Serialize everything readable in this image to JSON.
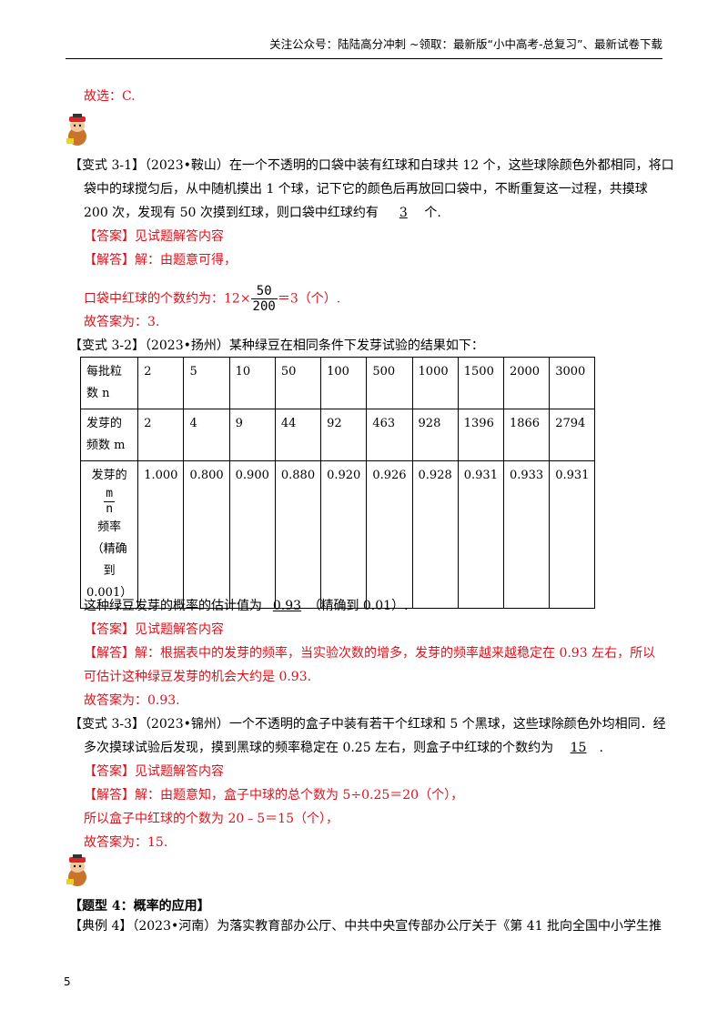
{
  "header": {
    "text": "关注公众号：陆陆高分冲刺  ~领取：最新版“小中高考-总复习”、最新试卷下载"
  },
  "prev_answer": {
    "text": "故选：C."
  },
  "v31": {
    "line1": "【变式 3-1】（2023•鞍山）在一个不透明的口袋中装有红球和白球共 12 个，这些球除颜色外都相同，将口",
    "line2": "袋中的球搅匀后，从中随机摸出 1 个球，记下它的颜色后再放回口袋中，不断重复这一过程，共摸球",
    "line3_pre": "200 次，发现有 50 次摸到红球，则口袋中红球约有 ",
    "blank": "3",
    "line3_post": "个.",
    "answer_label": "【答案】见试题解答内容",
    "solution_label": "【解答】解：由题意可得，",
    "frac_num": "50",
    "frac_den": "200",
    "calc_pre": "口袋中红球的个数约为：12×",
    "calc_post": "＝3（个）.",
    "final": "故答案为：3."
  },
  "v32": {
    "line1": "【变式 3-2】（2023•扬州）某种绿豆在相同条件下发芽试验的结果如下：",
    "table": {
      "row1_header": "每批粒数 n",
      "row1": [
        "2",
        "5",
        "10",
        "50",
        "100",
        "500",
        "1000",
        "1500",
        "2000",
        "3000"
      ],
      "row2_header": "发芽的频数 m",
      "row2": [
        "2",
        "4",
        "9",
        "44",
        "92",
        "463",
        "928",
        "1396",
        "1866",
        "2794"
      ],
      "row3_header_a": "发芽的",
      "row3_frac_num": "m",
      "row3_frac_den": "n",
      "row3_header_b": "频率",
      "row3_header_c": "（精确到 0.001）",
      "row3": [
        "1.000",
        "0.800",
        "0.900",
        "0.880",
        "0.920",
        "0.926",
        "0.928",
        "0.931",
        "0.933",
        "0.931"
      ]
    },
    "q_pre": "这种绿豆发芽的概率的估计值为 ",
    "blank": "0.93",
    "q_post": "（精确到 0.01）.",
    "answer_label": "【答案】见试题解答内容",
    "solution1": "【解答】解：根据表中的发芽的频率，当实验次数的增多，发芽的频率越来越稳定在 0.93 左右，所以",
    "solution2": "可估计这种绿豆发芽的机会大约是 0.93.",
    "final": "故答案为：0.93."
  },
  "v33": {
    "line1": "【变式 3-3】（2023•锦州）一个不透明的盒子中装有若干个红球和 5 个黑球，这些球除颜色外均相同．经",
    "line2_pre": "多次摸球试验后发现，摸到黑球的频率稳定在 0.25 左右，则盒子中红球的个数约为 ",
    "blank": "15",
    "line2_post": ".",
    "answer_label": "【答案】见试题解答内容",
    "solution1": "【解答】解：由题意知，盒子中球的总个数为 5÷0.25＝20（个），",
    "solution2": "所以盒子中红球的个数为 20﹣5＝15（个），",
    "final": "故答案为：15."
  },
  "t4": {
    "title": "【题型 4：概率的应用】",
    "example": "【典例 4】（2023•河南）为落实教育部办公厅、中共中央宣传部办公厅关于《第 41 批向全国中小学生推"
  },
  "page_number": "5"
}
